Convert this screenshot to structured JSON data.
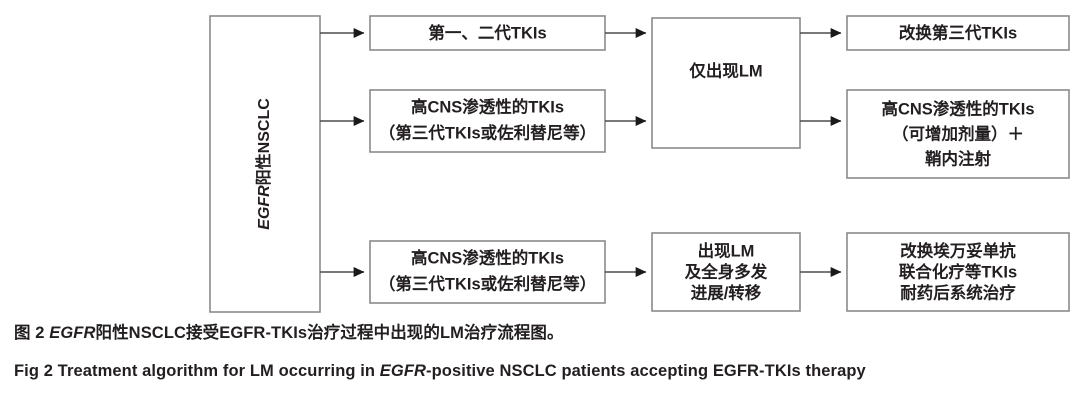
{
  "figure": {
    "type": "flowchart",
    "orientation": "left-to-right",
    "root": {
      "id": "root",
      "label": "EGFR阳性NSCLC",
      "label_italic_part": "EGFR",
      "label_plain_part": "阳性NSCLC",
      "text_orientation": "vertical-bottom-to-top"
    },
    "nodes": [
      {
        "id": "n1",
        "label_lines": [
          "第一、二代TKIs"
        ]
      },
      {
        "id": "n2",
        "label_lines": [
          "高CNS渗透性的TKIs",
          "（第三代TKIs或佐利替尼等）"
        ]
      },
      {
        "id": "n3",
        "label_lines": [
          "高CNS渗透性的TKIs",
          "（第三代TKIs或佐利替尼等）"
        ]
      },
      {
        "id": "n4",
        "label_lines": [
          "仅出现LM"
        ]
      },
      {
        "id": "n5",
        "label_lines": [
          "出现LM",
          "及全身多发",
          "进展/转移"
        ]
      },
      {
        "id": "n6",
        "label_lines": [
          "改换第三代TKIs"
        ]
      },
      {
        "id": "n7",
        "label_lines": [
          "高CNS渗透性的TKIs",
          "（可增加剂量）＋",
          "鞘内注射"
        ]
      },
      {
        "id": "n8",
        "label_lines": [
          "改换埃万妥单抗",
          "联合化疗等TKIs",
          "耐药后系统治疗"
        ]
      }
    ],
    "edges": [
      {
        "from": "root",
        "to": "n1"
      },
      {
        "from": "root",
        "to": "n2"
      },
      {
        "from": "root",
        "to": "n3"
      },
      {
        "from": "n1",
        "to": "n4"
      },
      {
        "from": "n2",
        "to": "n4"
      },
      {
        "from": "n4",
        "to": "n6"
      },
      {
        "from": "n4",
        "to": "n7"
      },
      {
        "from": "n3",
        "to": "n5"
      },
      {
        "from": "n5",
        "to": "n8"
      }
    ]
  },
  "caption": {
    "cn_prefix": "图 2 ",
    "cn_italic": "EGFR",
    "cn_rest": "阳性NSCLC接受EGFR-TKIs治疗过程中出现的LM治疗流程图。",
    "en_prefix": "Fig 2  Treatment algorithm for LM occurring in ",
    "en_italic": "EGFR",
    "en_rest": "-positive NSCLC patients accepting EGFR-TKIs therapy"
  },
  "colors": {
    "box_border": "#8a8a8a",
    "line": "#4d4d4d",
    "arrow": "#1a1a1a",
    "text": "#231f20",
    "background": "#ffffff"
  }
}
